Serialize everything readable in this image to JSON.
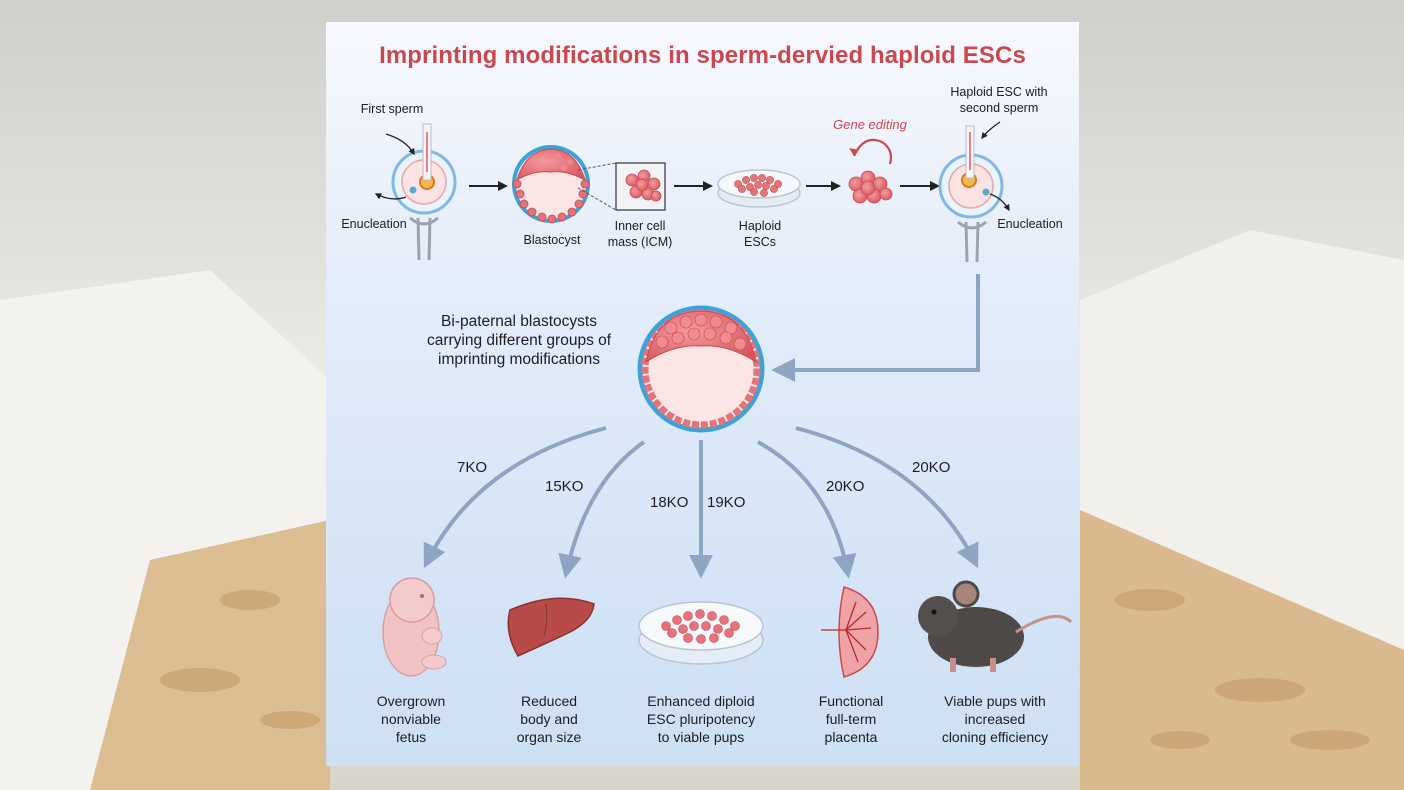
{
  "title": "Imprinting modifications in sperm-dervied haploid ESCs",
  "colors": {
    "title": "#c8484d",
    "arrow": "#8fa3c2",
    "cell": "#e5737a",
    "cell_dark": "#c9494f",
    "membrane": "#3ba3d6"
  },
  "top_row": {
    "first_sperm": "First sperm",
    "enucleation_left": "Enucleation",
    "blastocyst": "Blastocyst",
    "icm": "Inner cell\nmass (ICM)",
    "haploid_escs": "Haploid\nESCs",
    "gene_editing": "Gene editing",
    "haploid_second_sperm": "Haploid ESC with\nsecond sperm",
    "enucleation_right": "Enucleation"
  },
  "center": {
    "label": "Bi-paternal blastocysts\ncarrying different groups of\nimprinting modifications"
  },
  "branches": [
    {
      "ko": "7KO",
      "outcome": "Overgrown\nnonviable\nfetus",
      "icon": "fetus-icon"
    },
    {
      "ko": "15KO",
      "outcome": "Reduced\nbody and\norgan size",
      "icon": "liver-icon"
    },
    {
      "ko": "18KO",
      "ko2": "19KO",
      "outcome": "Enhanced diploid\nESC pluripotency\nto viable pups",
      "icon": "petri-dish-icon"
    },
    {
      "ko": "20KO",
      "outcome": "Functional\nfull-term\nplacenta",
      "icon": "placenta-icon"
    },
    {
      "ko": "20KO",
      "outcome": "Viable pups with\nincreased\ncloning efficiency",
      "icon": "mouse-icon"
    }
  ]
}
